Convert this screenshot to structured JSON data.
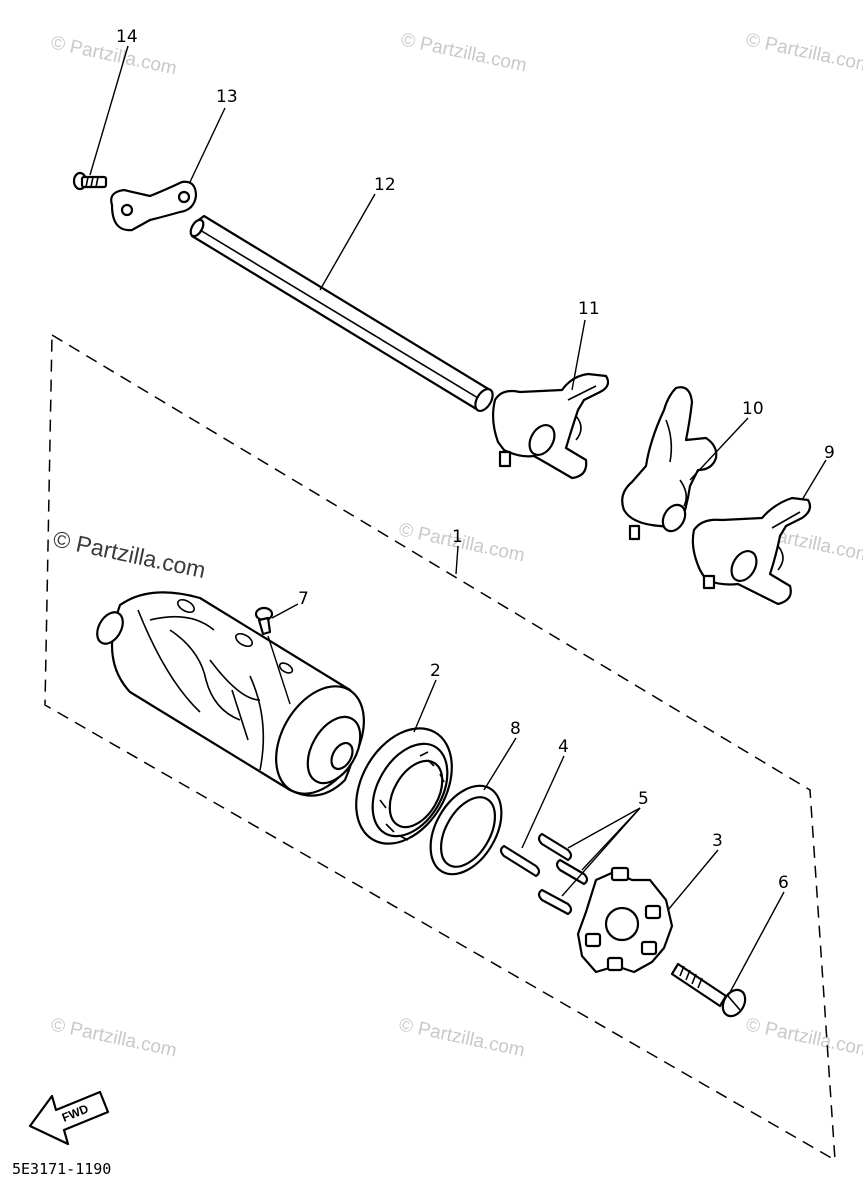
{
  "diagram": {
    "callouts": [
      "14",
      "13",
      "12",
      "11",
      "10",
      "9",
      "1",
      "7",
      "2",
      "8",
      "4",
      "5",
      "3",
      "6"
    ],
    "diagram_code": "5E3171-1190",
    "direction_label": "FWD"
  },
  "watermark": {
    "main": "© Partzilla.com",
    "faint": "© Partzilla.com"
  },
  "colors": {
    "ink": "#000000",
    "watermark_faint": "#c9c9c9",
    "background": "#ffffff"
  }
}
